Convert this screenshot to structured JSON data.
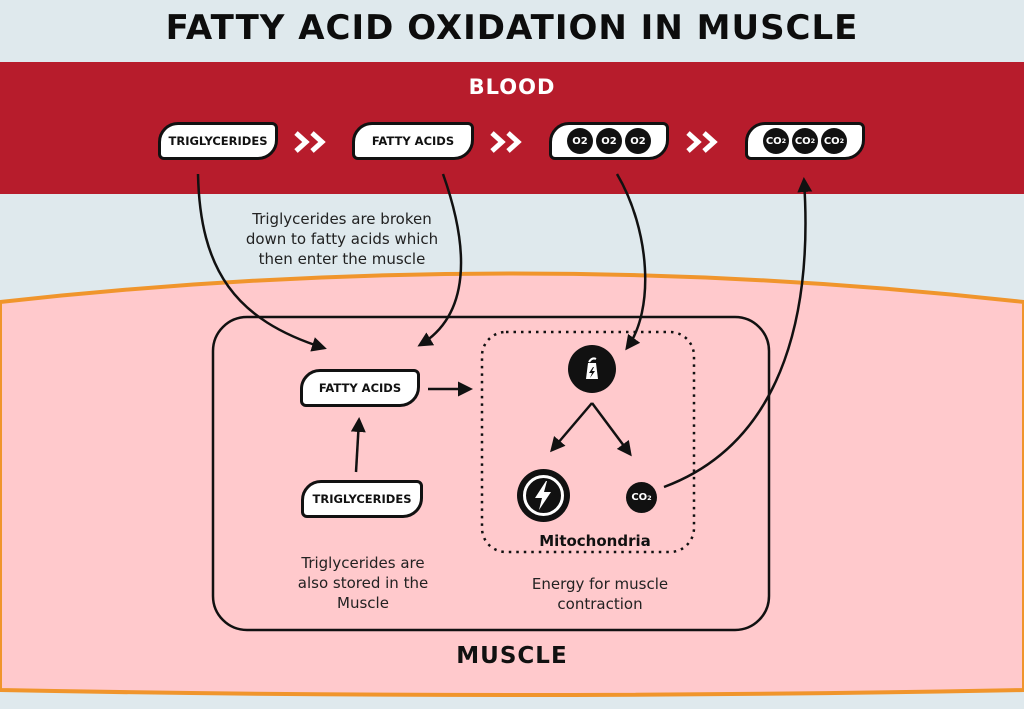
{
  "title": "FATTY ACID OXIDATION IN MUSCLE",
  "blood": {
    "label": "BLOOD",
    "triglycerides_label": "TRIGLYCERIDES",
    "fatty_acids_label": "FATTY ACIDS",
    "oxygen": [
      "O2",
      "O2",
      "O2"
    ],
    "co2": [
      {
        "main": "CO",
        "sub": "2"
      },
      {
        "main": "CO",
        "sub": "2"
      },
      {
        "main": "CO",
        "sub": "2"
      }
    ]
  },
  "notes": {
    "breakdown": "Triglycerides are broken down to fatty acids which then enter the muscle",
    "stored": "Triglycerides are also stored in the Muscle",
    "energy": "Energy for muscle contraction"
  },
  "muscle": {
    "label": "MUSCLE",
    "fatty_acids_label": "FATTY ACIDS",
    "triglycerides_label": "TRIGLYCERIDES",
    "mitochondria_label": "Mitochondria",
    "co2": {
      "main": "CO",
      "sub": "2"
    }
  },
  "icons": {
    "reactor": "mitochondria-reactor-icon",
    "energy": "lightning-bolt-icon",
    "chevron": "double-chevron-icon"
  },
  "colors": {
    "blood_band": "#b71c2c",
    "muscle_area": "#ffc9cc",
    "muscle_border": "#f0952c",
    "background": "#dfe9ed"
  }
}
